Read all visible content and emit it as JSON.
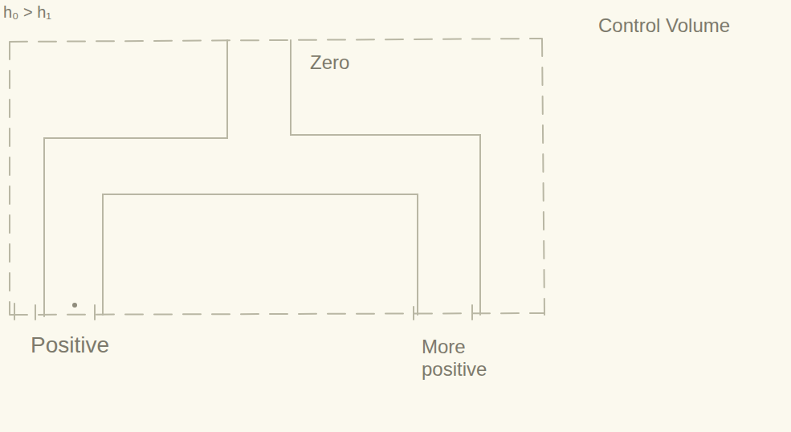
{
  "diagram": {
    "labels": [
      "h₀ > h₁",
      "Zero",
      "Control Volume",
      "Positive",
      "More positive"
    ]
  }
}
